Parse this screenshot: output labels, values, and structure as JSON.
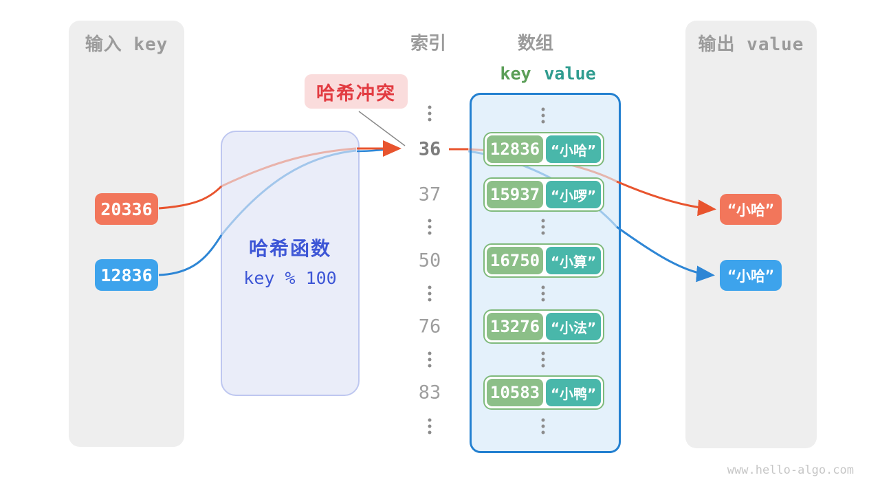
{
  "panels": {
    "input": {
      "title": "输入 key"
    },
    "output": {
      "title": "输出 value"
    }
  },
  "headers": {
    "index": "索引",
    "array": "数组",
    "key": "key",
    "value": "value"
  },
  "collision": {
    "label": "哈希冲突"
  },
  "hash_function": {
    "title": "哈希函数",
    "formula": "key % 100"
  },
  "input_keys": [
    {
      "value": "20336",
      "color": "#F2765B"
    },
    {
      "value": "12836",
      "color": "#3DA3EC"
    }
  ],
  "indices": [
    {
      "value": "36",
      "active": true
    },
    {
      "value": "37"
    },
    {
      "value": "50"
    },
    {
      "value": "76"
    },
    {
      "value": "83"
    }
  ],
  "array_pairs": [
    {
      "key": "12836",
      "value": "“小哈”"
    },
    {
      "key": "15937",
      "value": "“小啰”"
    },
    {
      "key": "16750",
      "value": "“小算”"
    },
    {
      "key": "13276",
      "value": "“小法”"
    },
    {
      "key": "10583",
      "value": "“小鸭”"
    }
  ],
  "outputs": [
    {
      "value": "“小哈”",
      "color": "#F2765B"
    },
    {
      "value": "“小哈”",
      "color": "#3DA3EC"
    }
  ],
  "watermark": "www.hello-algo.com",
  "colors": {
    "panel_gray": "#EEEEEE",
    "orange": "#F2765B",
    "blue": "#3DA3EC",
    "orange_stroke": "#E8542E",
    "blue_stroke": "#2E86D5",
    "key_green": "#8CBF88",
    "value_teal": "#49B7AA",
    "collision_red": "#E23B41",
    "collision_bg": "#FADCDC",
    "hash_blue": "#3D56D6",
    "array_border": "#2380D0"
  }
}
